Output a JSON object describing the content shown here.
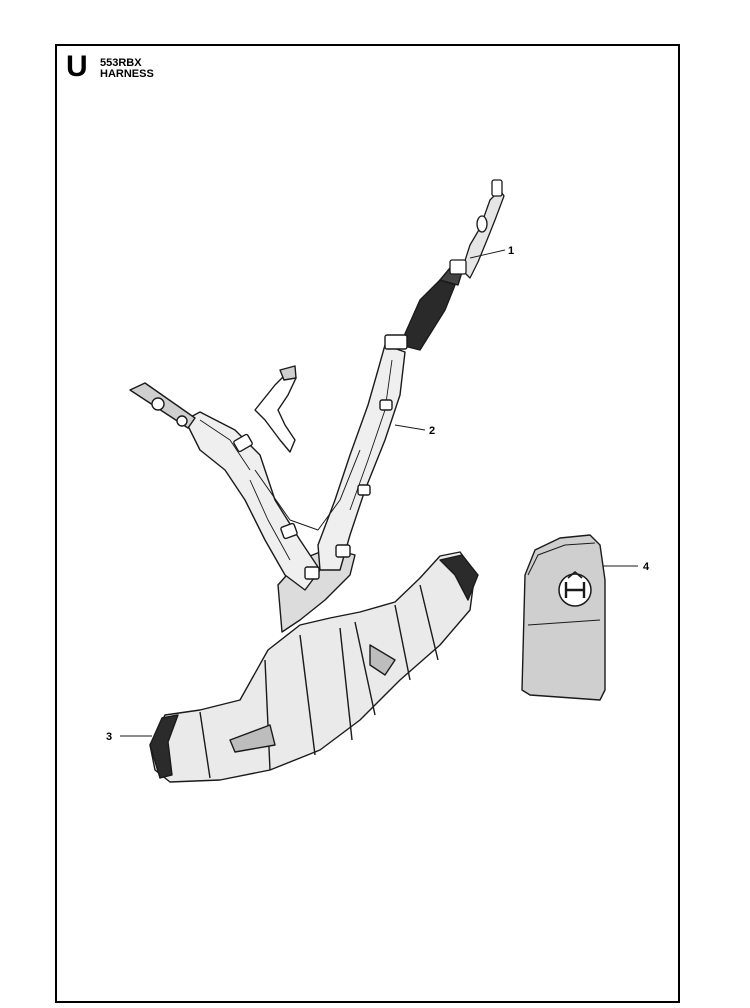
{
  "header": {
    "section_letter": "U",
    "model": "553RBX",
    "title": "HARNESS"
  },
  "callouts": [
    {
      "number": "1",
      "part": "shoulder-strap-hook"
    },
    {
      "number": "2",
      "part": "harness-straps"
    },
    {
      "number": "3",
      "part": "hip-pad"
    },
    {
      "number": "4",
      "part": "harness-pad"
    }
  ],
  "icons": [
    "husqvarna-logo-icon"
  ]
}
